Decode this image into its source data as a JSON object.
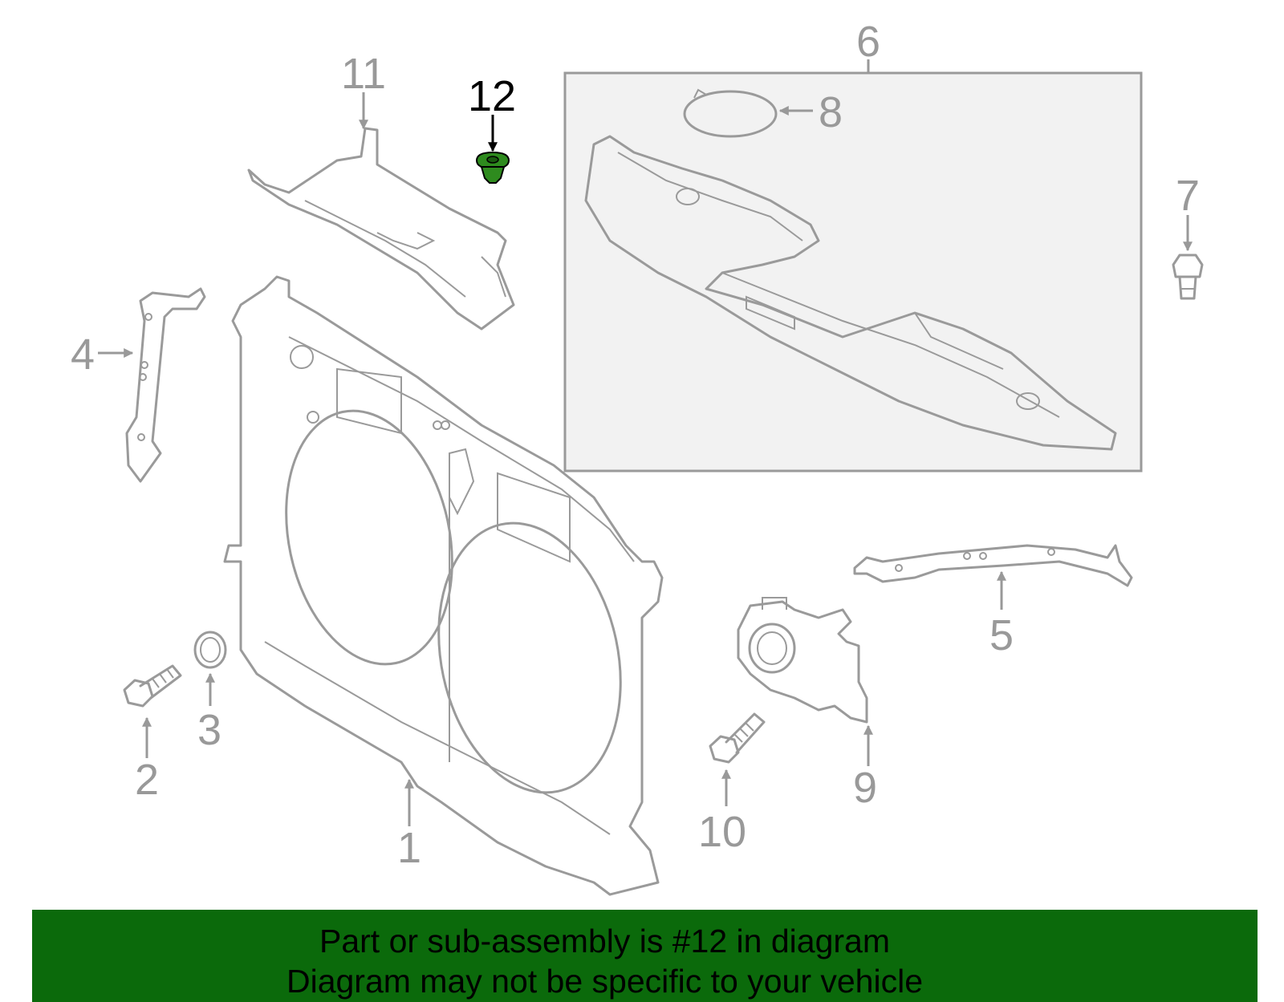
{
  "diagram": {
    "callouts": [
      "1",
      "2",
      "3",
      "4",
      "5",
      "6",
      "7",
      "8",
      "9",
      "10",
      "11",
      "12"
    ],
    "highlighted_callout": "12",
    "highlight_color": "#2e8b1e",
    "part_line_color": "#9a9a9a"
  },
  "banner": {
    "line1": "Part or sub-assembly is #12 in diagram",
    "line2": "Diagram may not be specific to your vehicle",
    "background": "#0b6a0b"
  }
}
